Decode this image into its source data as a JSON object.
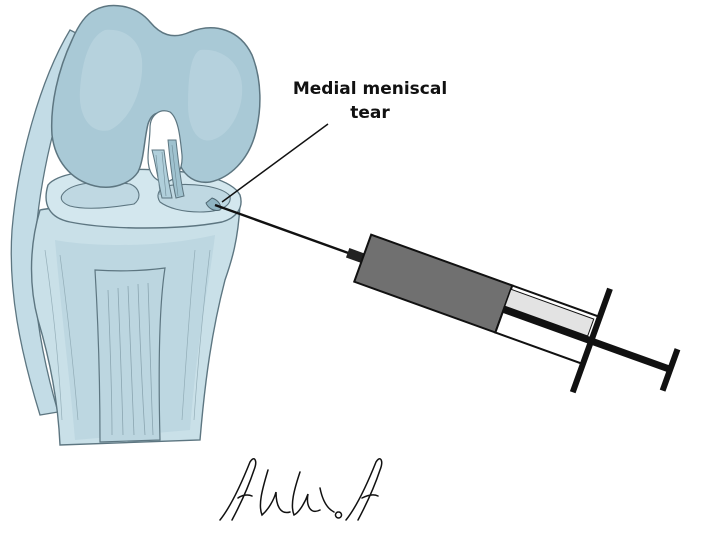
{
  "annotation": {
    "line1": "Medial meniscal",
    "line2": "tear"
  },
  "signature": {
    "text": "Abd.A"
  },
  "colors": {
    "bone_fill": "#c9e0e8",
    "bone_shade": "#a9c9d6",
    "bone_outline": "#5d7681",
    "syringe_barrel": "#707070",
    "syringe_plunger_light": "#e3e3e3",
    "needle": "#111111"
  }
}
